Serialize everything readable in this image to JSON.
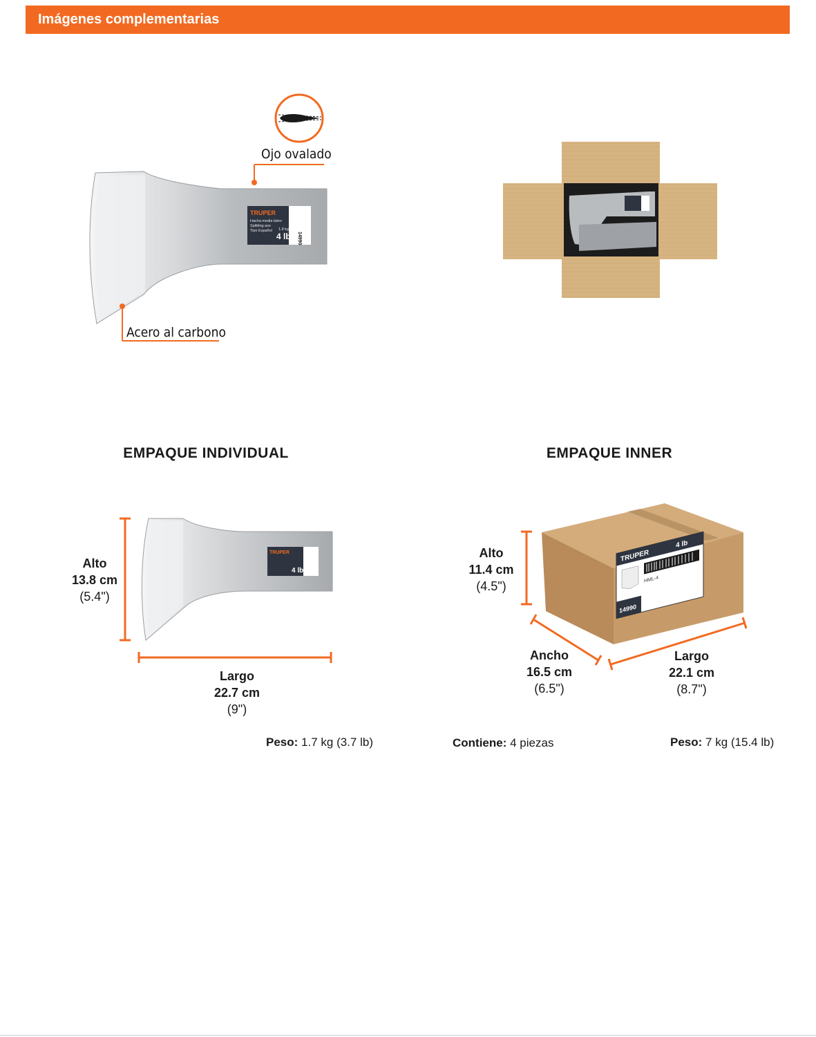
{
  "header": {
    "title": "Imágenes complementarias"
  },
  "features": {
    "eye_label": "Ojo ovalado",
    "steel_label": "Acero al carbono"
  },
  "product_label": {
    "brand": "TRUPER",
    "line1": "Hacha media labor",
    "line2": "Splitting axe",
    "line3": "Tipo Español",
    "weight_kg": "1.8 kg",
    "weight_lb": "4 lb",
    "code": "14990"
  },
  "individual": {
    "title": "EMPAQUE INDIVIDUAL",
    "height": {
      "label": "Alto",
      "metric": "13.8 cm",
      "imperial": "(5.4\")"
    },
    "length": {
      "label": "Largo",
      "metric": "22.7 cm",
      "imperial": "(9\")"
    },
    "weight_key": "Peso:",
    "weight_value": "1.7 kg (3.7 lb)"
  },
  "inner": {
    "title": "EMPAQUE INNER",
    "height": {
      "label": "Alto",
      "metric": "11.4 cm",
      "imperial": "(4.5\")"
    },
    "width": {
      "label": "Ancho",
      "metric": "16.5 cm",
      "imperial": "(6.5\")"
    },
    "length": {
      "label": "Largo",
      "metric": "22.1 cm",
      "imperial": "(8.7\")"
    },
    "contains_key": "Contiene:",
    "contains_value": "4 piezas",
    "weight_key": "Peso:",
    "weight_value": "7 kg (15.4 lb)",
    "box_label": {
      "brand": "TRUPER",
      "code": "14990",
      "model": "HML-4"
    }
  },
  "colors": {
    "accent": "#f26a21",
    "steel": "#a9adb2",
    "cardboard": "#c69c6d"
  }
}
